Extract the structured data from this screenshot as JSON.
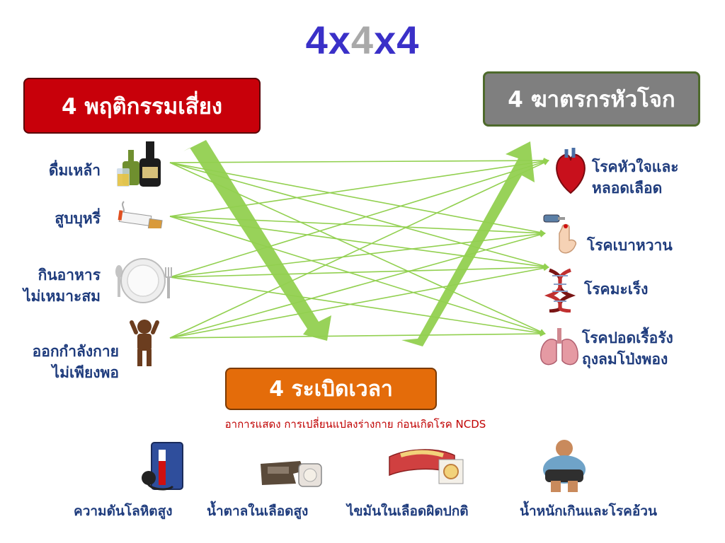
{
  "title": {
    "part1": "4x",
    "part2": "4",
    "part3": "x4"
  },
  "boxes": {
    "risk": "4 พฤติกรรมเสี่ยง",
    "disease": "4 ฆาตรกรหัวโจก",
    "time": "4 ระเบิดเวลา"
  },
  "behaviors": [
    {
      "line1": "ดื่มเหล้า"
    },
    {
      "line1": "สูบบุหรี่"
    },
    {
      "line1": "กินอาหาร",
      "line2": "ไม่เหมาะสม"
    },
    {
      "line1": "ออกกำลังกาย",
      "line2": "ไม่เพียงพอ"
    }
  ],
  "diseases": [
    {
      "line1": "โรคหัวใจและ",
      "line2": "หลอดเลือด"
    },
    {
      "line1": "โรคเบาหวาน"
    },
    {
      "line1": "โรคมะเร็ง"
    },
    {
      "line1": "โรคปอดเรื้อรัง",
      "line2": "ถุงลมโป่งพอง"
    }
  ],
  "time_subtitle": "อาการแสดง การเปลี่ยนแปลงร่างกาย ก่อนเกิดโรค NCDS",
  "time_bombs": [
    "ความดันโลหิตสูง",
    "น้ำตาลในเลือดสูง",
    "ไขมันในเลือดผิดปกติ",
    "น้ำหนักเกินและโรคอ้วน"
  ],
  "colors": {
    "title_blue": "#3a30c8",
    "title_gray": "#a9a9a9",
    "risk_red": "#c8000a",
    "disease_gray": "#7f7f7f",
    "time_orange": "#e46c0a",
    "arrow_green": "#92d050",
    "label_navy": "#1f3c7d",
    "subtitle_red": "#c00000"
  },
  "icons": {
    "behaviors": [
      "alcohol-bottles-icon",
      "cigarette-icon",
      "plate-fork-spoon-icon",
      "sedentary-person-icon"
    ],
    "diseases": [
      "heart-icon",
      "finger-prick-icon",
      "dna-icon",
      "lungs-icon"
    ],
    "time_bombs": [
      "blood-pressure-monitor-icon",
      "glucose-meter-icon",
      "clogged-artery-icon",
      "obese-person-icon"
    ]
  }
}
